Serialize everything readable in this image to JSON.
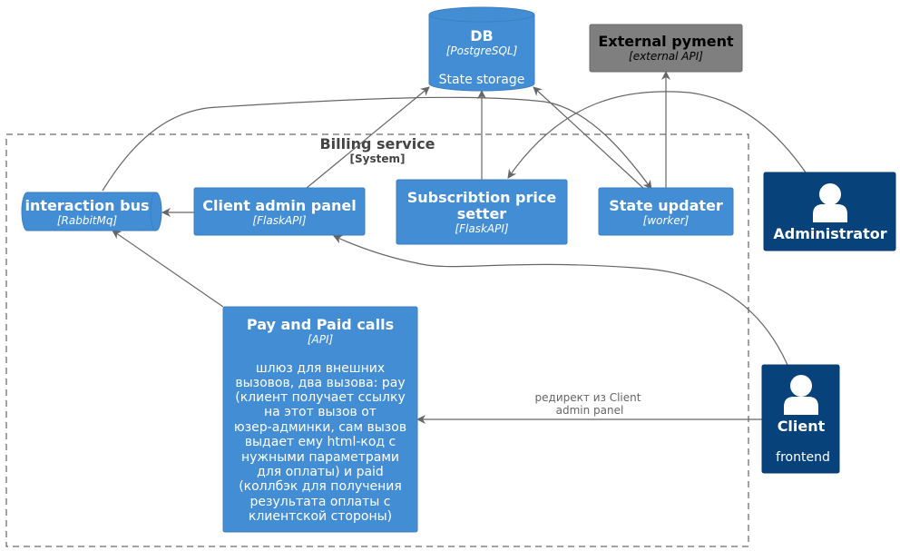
{
  "colors": {
    "container": "#438DD5",
    "container_border": "#3C7FC0",
    "person": "#08427B",
    "external": "#7F7F7F",
    "edge": "#666666",
    "boundary": "#444444"
  },
  "boundary": {
    "title": "Billing service",
    "type": "[System]"
  },
  "nodes": {
    "db": {
      "title": "DB",
      "tech": "[PostgreSQL]",
      "desc": "State storage"
    },
    "external_payment": {
      "title": "External pyment",
      "tech": "[external API]"
    },
    "interaction_bus": {
      "title": "interaction bus",
      "tech": "[RabbitMq]"
    },
    "client_admin_panel": {
      "title": "Client admin panel",
      "tech": "[FlaskAPI]"
    },
    "price_setter": {
      "title_line1": "Subscribtion price",
      "title_line2": "setter",
      "tech": "[FlaskAPI]"
    },
    "state_updater": {
      "title": "State updater",
      "tech": "[worker]"
    },
    "pay_calls": {
      "title": "Pay and Paid calls",
      "tech": "[API]",
      "desc_lines": [
        "шлюз для внешних",
        "вызовов, два вызова: pay",
        "(клиент получает ссылку",
        "на этот вызов от",
        "юзер-админки, сам вызов",
        "выдает ему html-код с",
        "нужными параметрами",
        "для оплаты) и paid",
        "(коллбэк для получения",
        "результата оплаты с",
        "клиентской стороны)"
      ]
    },
    "administrator": {
      "title": "Administrator",
      "icon": "person-icon"
    },
    "client": {
      "title": "Client",
      "desc": "frontend",
      "icon": "person-icon"
    }
  },
  "edges": {
    "client_to_pay": {
      "label_line1": "редирект из Client",
      "label_line2": "admin panel"
    }
  }
}
